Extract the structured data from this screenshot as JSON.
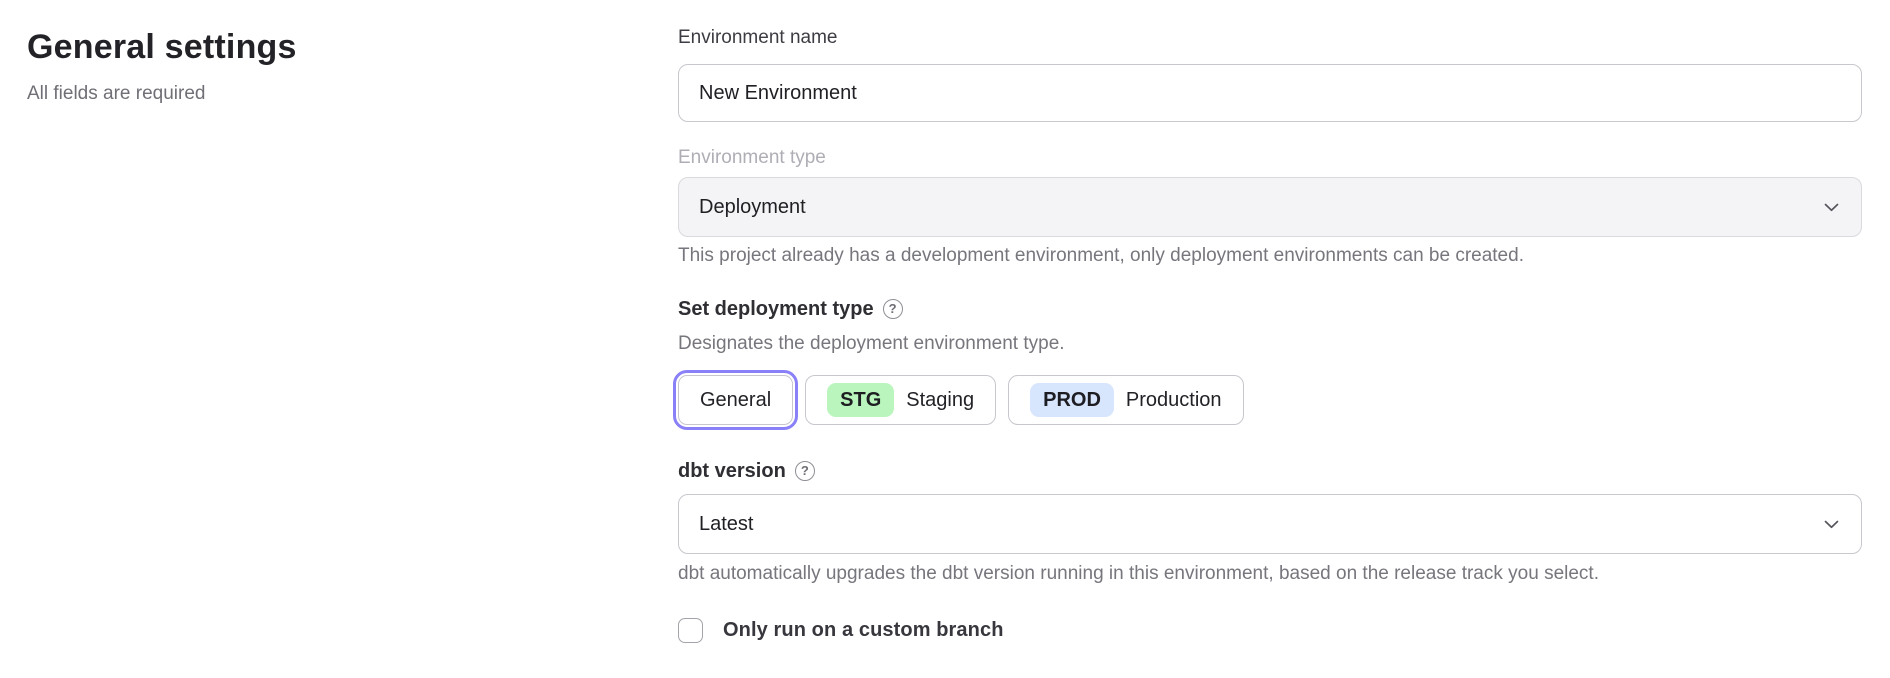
{
  "page": {
    "title": "General settings",
    "subtitle": "All fields are required"
  },
  "form": {
    "environment_name": {
      "label": "Environment name",
      "value": "New Environment"
    },
    "environment_type": {
      "label": "Environment type",
      "value": "Deployment",
      "disabled": true,
      "helper": "This project already has a development environment, only deployment environments can be created."
    },
    "deployment_type": {
      "label": "Set deployment type",
      "help_icon": "question-mark-circle-icon",
      "helper": "Designates the deployment environment type.",
      "options": [
        {
          "label": "General",
          "selected": true
        },
        {
          "badge": "STG",
          "label": "Staging",
          "badge_color": "#b9f5bd"
        },
        {
          "badge": "PROD",
          "label": "Production",
          "badge_color": "#d7e5fd"
        }
      ]
    },
    "dbt_version": {
      "label": "dbt version",
      "help_icon": "question-mark-circle-icon",
      "value": "Latest",
      "helper": "dbt automatically upgrades the dbt version running in this environment, based on the release track you select."
    },
    "custom_branch": {
      "label": "Only run on a custom branch",
      "checked": false
    }
  },
  "colors": {
    "accent_selected_ring": "#8a80f8",
    "staging_badge": "#b9f5bd",
    "production_badge": "#d7e5fd",
    "disabled_field_bg": "#f4f4f6"
  }
}
